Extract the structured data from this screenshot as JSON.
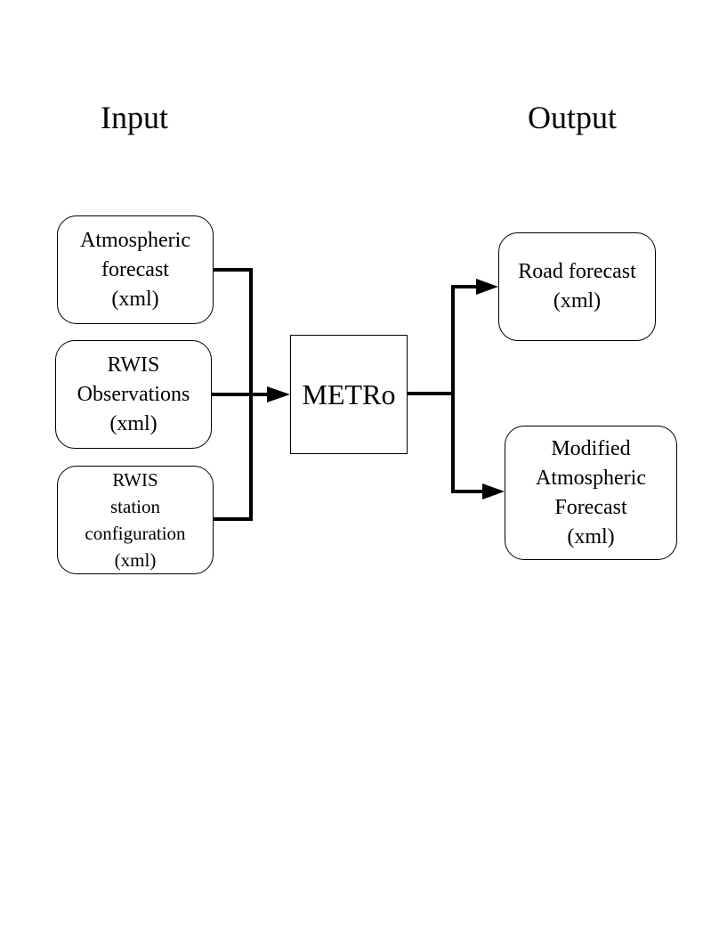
{
  "headings": {
    "input": "Input",
    "output": "Output"
  },
  "inputs": {
    "atmospheric_forecast": [
      "Atmospheric",
      "forecast",
      "(xml)"
    ],
    "rwis_observations": [
      "RWIS",
      "Observations",
      "(xml)"
    ],
    "rwis_station_configuration": [
      "RWIS",
      "station",
      "configuration",
      "(xml)"
    ]
  },
  "process": {
    "label": "METRo"
  },
  "outputs": {
    "road_forecast": [
      "Road forecast",
      "(xml)"
    ],
    "modified_atmospheric_forecast": [
      "Modified",
      "Atmospheric",
      "Forecast",
      "(xml)"
    ]
  },
  "colors": {
    "line": "#000000",
    "background": "#ffffff"
  }
}
